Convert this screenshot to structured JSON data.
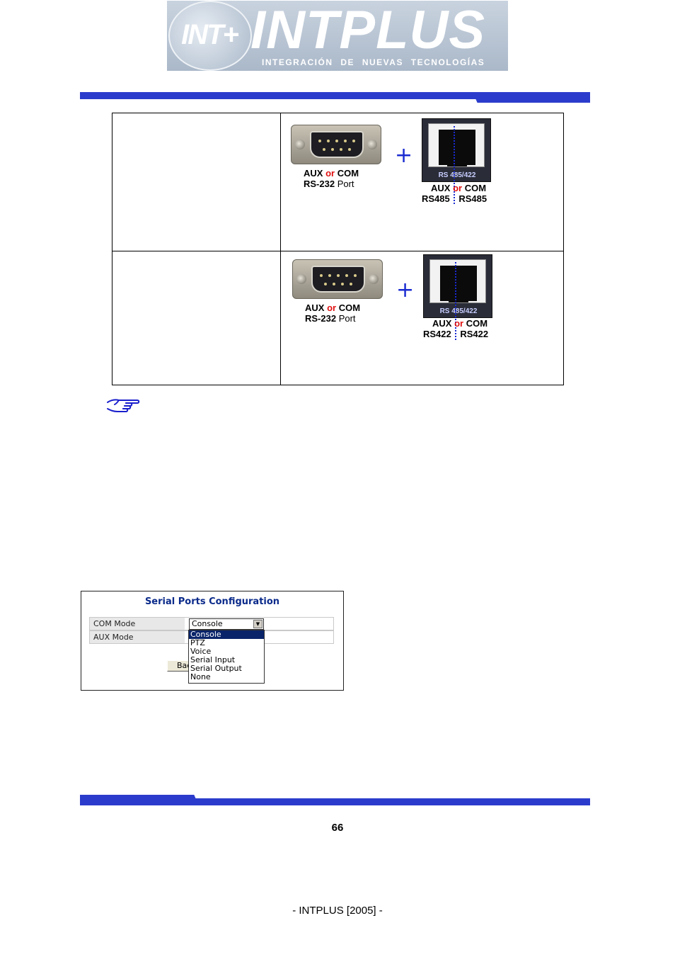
{
  "logo": {
    "mark": "INT+",
    "wordmark": "INTPLUS",
    "tagline": "INTEGRACIÓN DE NUEVAS TECNOLOGÍAS"
  },
  "colors": {
    "bar": "#2b3ccc",
    "accent_red": "#e01010",
    "plus_blue": "#1a2bd0",
    "title_blue": "#0a2a8a"
  },
  "connector_rows": [
    {
      "db9": {
        "aux": "AUX",
        "or": "or",
        "com": "COM",
        "port_bold": "RS-232",
        "port_rest": "Port"
      },
      "plus": "+",
      "rj45": {
        "jack_text": "RS 485/422",
        "aux": "AUX",
        "or": "or",
        "com": "COM",
        "left": "RS485",
        "right": "RS485"
      }
    },
    {
      "db9": {
        "aux": "AUX",
        "or": "or",
        "com": "COM",
        "port_bold": "RS-232",
        "port_rest": "Port"
      },
      "plus": "+",
      "rj45": {
        "jack_text": "RS 485/422",
        "aux": "AUX",
        "or": "or",
        "com": "COM",
        "left": "RS422",
        "right": "RS422"
      }
    }
  ],
  "note_icon": "hand-pointer-icon",
  "serial_config": {
    "title": "Serial Ports Configuration",
    "rows": [
      {
        "label": "COM Mode"
      },
      {
        "label": "AUX Mode"
      }
    ],
    "selected_value": "Console",
    "options": [
      "Console",
      "PTZ",
      "Voice",
      "Serial Input",
      "Serial Output",
      "None"
    ],
    "back_button": "Back"
  },
  "page_number": "66",
  "footer": "- INTPLUS [2005] -"
}
